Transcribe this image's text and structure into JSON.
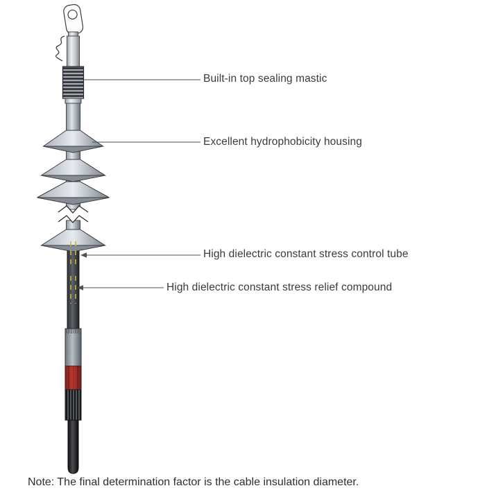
{
  "callouts": {
    "top_sealing": "Built-in top sealing mastic",
    "housing": "Excellent hydrophobicity housing",
    "stress_tube": "High dielectric constant stress control tube",
    "stress_compound": "High dielectric constant stress relief compound"
  },
  "note": "Note: The final determination factor is the cable insulation diameter.",
  "colors": {
    "text": "#3a3a3a",
    "leader_line": "#4f4f4f",
    "red_band": "#b03028",
    "yellow_marks": "#c9b83f"
  }
}
